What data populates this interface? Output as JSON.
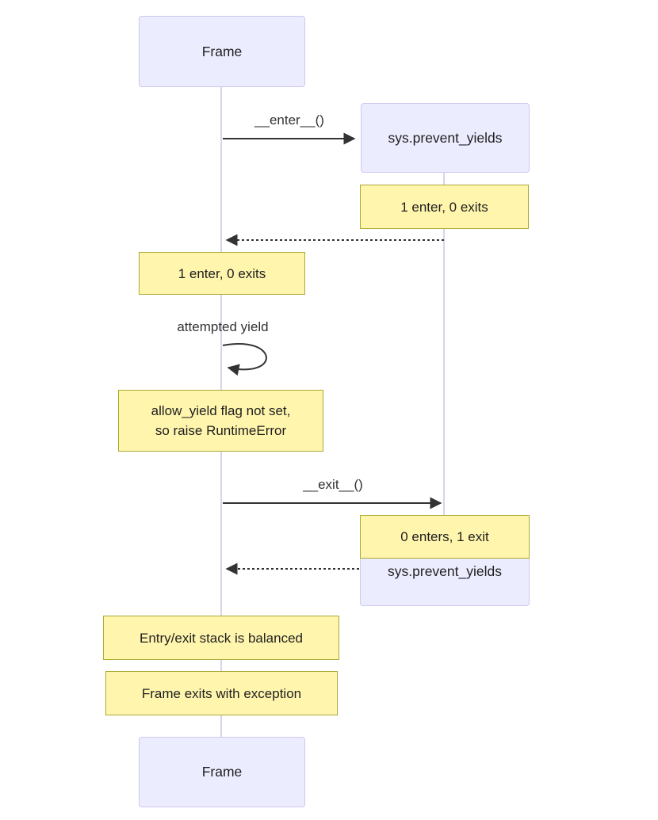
{
  "colors": {
    "actor-fill": "#ECECFF",
    "actor-border": "#cfc7ee",
    "note-fill": "#FFF5AD",
    "note-border": "#AAAA33",
    "line": "#d9d3ee",
    "arrow": "#333333",
    "text": "#1f1f1f",
    "message-text": "#333333"
  },
  "participants": {
    "frame": {
      "label": "Frame"
    },
    "sys": {
      "label": "sys.prevent_yields"
    }
  },
  "messages": {
    "enter": {
      "label": "__enter__()",
      "type": "solid"
    },
    "self_yield": {
      "label": "attempted yield",
      "type": "self"
    },
    "exit": {
      "label": "__exit__()",
      "type": "solid"
    },
    "return_after_enter": {
      "type": "dashed"
    },
    "return_after_exit": {
      "type": "dashed"
    }
  },
  "notes": {
    "sys_enter_count": "1 enter, 0 exits",
    "frame_enter_count": "1 enter, 0 exits",
    "yield_error": "allow_yield flag not set,\nso raise RuntimeError",
    "sys_exit_count": "0 enters, 1 exit",
    "stack_balanced": "Entry/exit stack is balanced",
    "frame_exception": "Frame exits with exception"
  }
}
